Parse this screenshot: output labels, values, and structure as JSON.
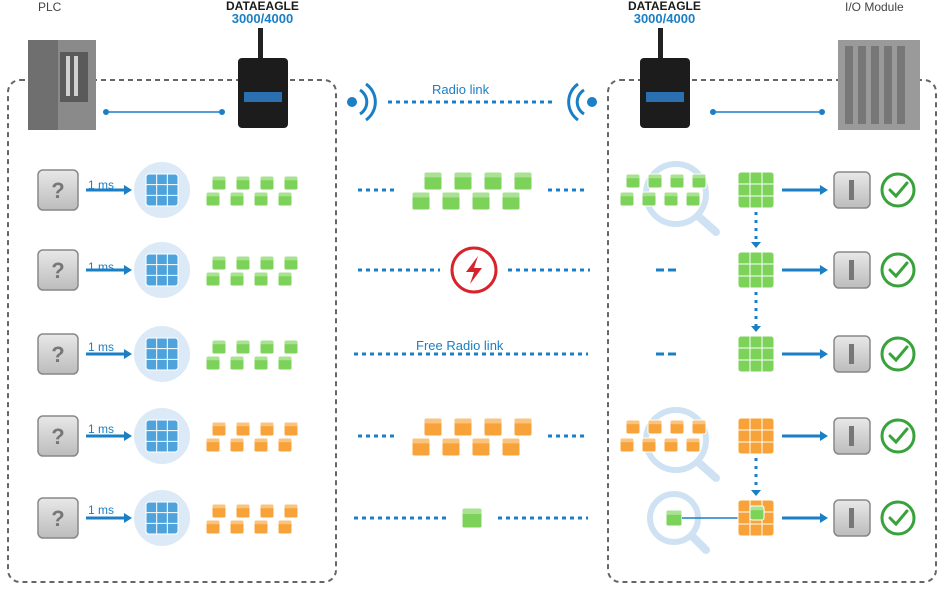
{
  "plc_label": "PLC",
  "io_label": "I/O Module",
  "device_left": {
    "title": "DATAEAGLE",
    "model": "3000/4000"
  },
  "device_right": {
    "title": "DATAEAGLE",
    "model": "3000/4000"
  },
  "radio_link_label": "Radio link",
  "free_radio_link_label": "Free Radio link",
  "rows": [
    {
      "interval": "1 ms",
      "color": "green",
      "link_state": "ok"
    },
    {
      "interval": "1 ms",
      "color": "green",
      "link_state": "interrupted"
    },
    {
      "interval": "1 ms",
      "color": "green",
      "link_state": "free"
    },
    {
      "interval": "1 ms",
      "color": "orange",
      "link_state": "ok"
    },
    {
      "interval": "1 ms",
      "color": "orange",
      "link_state": "single"
    }
  ],
  "colors": {
    "accent": "#1a7fc4",
    "green": "#7dd35a",
    "orange": "#f8a33a",
    "alert": "#d8232a",
    "check": "#37a33a"
  }
}
